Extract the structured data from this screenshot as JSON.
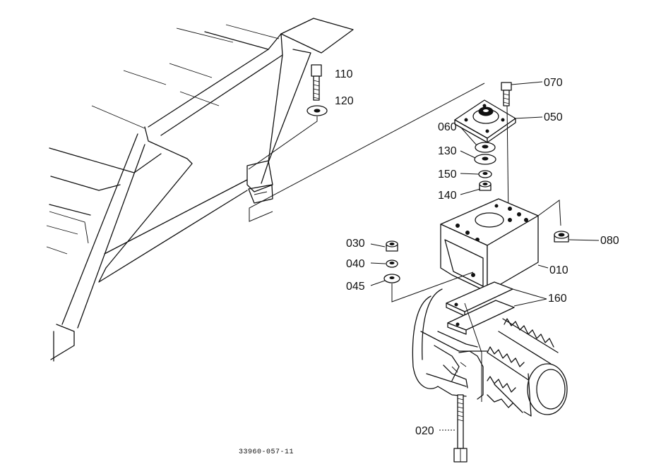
{
  "parts": [
    {
      "id": "p110",
      "label": "110",
      "name": "bolt"
    },
    {
      "id": "p120",
      "label": "120",
      "name": "washer"
    },
    {
      "id": "p070",
      "label": "070",
      "name": "bolt"
    },
    {
      "id": "p050",
      "label": "050",
      "name": "rubber-mount"
    },
    {
      "id": "p060",
      "label": "060",
      "name": "washer"
    },
    {
      "id": "p130",
      "label": "130",
      "name": "washer"
    },
    {
      "id": "p150",
      "label": "150",
      "name": "spring-washer"
    },
    {
      "id": "p140",
      "label": "140",
      "name": "nut"
    },
    {
      "id": "p080",
      "label": "080",
      "name": "nut"
    },
    {
      "id": "p010",
      "label": "010",
      "name": "bracket"
    },
    {
      "id": "p030",
      "label": "030",
      "name": "nut"
    },
    {
      "id": "p040",
      "label": "040",
      "name": "spring-washer"
    },
    {
      "id": "p045",
      "label": "045",
      "name": "washer"
    },
    {
      "id": "p160",
      "label": "160",
      "name": "shim-plate"
    },
    {
      "id": "p020",
      "label": "020",
      "name": "bolt"
    }
  ],
  "drawing_code": "33960-057-11"
}
